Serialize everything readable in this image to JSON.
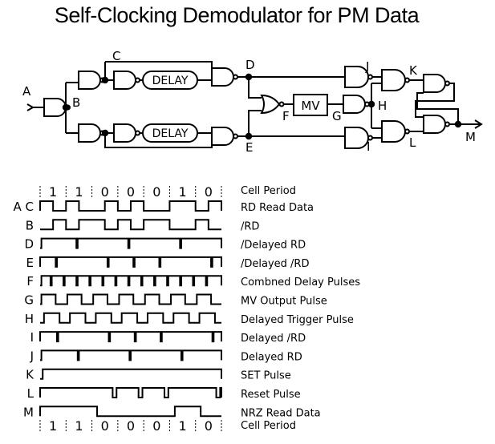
{
  "title": "Self-Clocking Demodulator for PM Data",
  "circuit": {
    "delay_label": "DELAY",
    "mv_label": "MV",
    "node_labels": {
      "A": "A",
      "B": "B",
      "C": "C",
      "D": "D",
      "E": "E",
      "F": "F",
      "G": "G",
      "H": "H",
      "I": "I",
      "J": "J",
      "K": "K",
      "L": "L",
      "M": "M"
    }
  },
  "timing": {
    "cell_bits": [
      "1",
      "1",
      "0",
      "0",
      "0",
      "1",
      "0"
    ],
    "rows": [
      {
        "key": "A C",
        "label": "RD Read Data"
      },
      {
        "key": "B",
        "label": "/RD"
      },
      {
        "key": "D",
        "label": "/Delayed RD"
      },
      {
        "key": "E",
        "label": "/Delayed /RD"
      },
      {
        "key": "F",
        "label": "Combned Delay Pulses"
      },
      {
        "key": "G",
        "label": "MV Output Pulse"
      },
      {
        "key": "H",
        "label": "Delayed Trigger Pulse"
      },
      {
        "key": "I",
        "label": "Delayed /RD"
      },
      {
        "key": "J",
        "label": "Delayed RD"
      },
      {
        "key": "K",
        "label": "SET Pulse"
      },
      {
        "key": "L",
        "label": "Reset Pulse"
      },
      {
        "key": "M",
        "label": "NRZ Read Data"
      }
    ],
    "cell_period_label": "Cell Period"
  }
}
